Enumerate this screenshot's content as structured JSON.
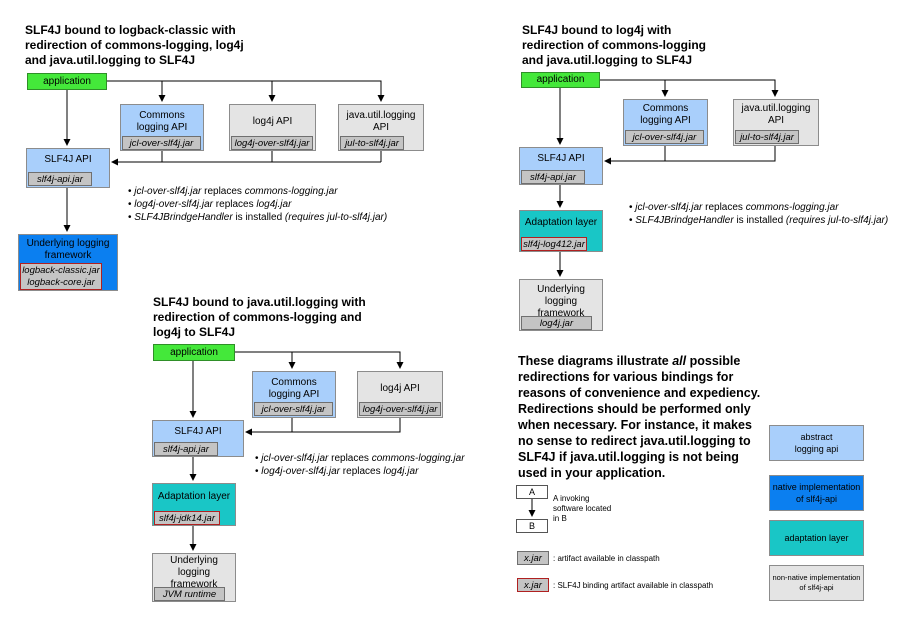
{
  "titles": {
    "logback": "SLF4J bound to logback-classic with\nredirection of commons-logging, log4j\nand java.util.logging to SLF4J",
    "log4j": "SLF4J bound to log4j with\nredirection of commons-logging\nand java.util.logging to SLF4J",
    "jul": "SLF4J bound to java.util.logging with\nredirection of commons-logging and\nlog4j to SLF4J"
  },
  "diagram1": {
    "application": "application",
    "commons_logging_api": "Commons\nlogging API",
    "commons_jar": "jcl-over-slf4j.jar",
    "log4j_api": "log4j API",
    "log4j_jar": "log4j-over-slf4j.jar",
    "jul_api": "java.util.logging\nAPI",
    "jul_jar": "jul-to-slf4j.jar",
    "slf4j_api": "SLF4J API",
    "slf4j_jar": "slf4j-api.jar",
    "framework": "Underlying logging\nframework",
    "framework_jar": "logback-classic.jar\nlogback-core.jar",
    "notes": [
      {
        "jar": "jcl-over-slf4j.jar",
        "text": " replaces ",
        "target": "commons-logging.jar"
      },
      {
        "jar": "log4j-over-slf4j.jar",
        "text": " replaces ",
        "target": "log4j.jar"
      },
      {
        "jar": "SLF4JBrindgeHandler",
        "text": " is installed ",
        "target": "(requires jul-to-slf4j.jar)"
      }
    ]
  },
  "diagram2": {
    "application": "application",
    "commons_logging_api": "Commons\nlogging API",
    "commons_jar": "jcl-over-slf4j.jar",
    "jul_api": "java.util.logging\nAPI",
    "jul_jar": "jul-to-slf4j.jar",
    "slf4j_api": "SLF4J API",
    "slf4j_jar": "slf4j-api.jar",
    "adaptation": "Adaptation layer",
    "adaptation_jar": "slf4j-log412.jar",
    "framework": "Underlying\nlogging\nframework",
    "framework_jar": "log4j.jar",
    "notes": [
      {
        "jar": "jcl-over-slf4j.jar",
        "text": " replaces ",
        "target": "commons-logging.jar"
      },
      {
        "jar": "SLF4JBrindgeHandler",
        "text": " is installed ",
        "target": "(requires jul-to-slf4j.jar)"
      }
    ]
  },
  "diagram3": {
    "application": "application",
    "commons_logging_api": "Commons\nlogging API",
    "commons_jar": "jcl-over-slf4j.jar",
    "log4j_api": "log4j API",
    "log4j_jar": "log4j-over-slf4j.jar",
    "slf4j_api": "SLF4J API",
    "slf4j_jar": "slf4j-api.jar",
    "adaptation": "Adaptation layer",
    "adaptation_jar": "slf4j-jdk14.jar",
    "framework": "Underlying\nlogging\nframework",
    "framework_jar": "JVM runtime",
    "notes": [
      {
        "jar": "jcl-over-slf4j.jar",
        "text": " replaces ",
        "target": "commons-logging.jar"
      },
      {
        "jar": "log4j-over-slf4j.jar",
        "text": " replaces ",
        "target": "log4j.jar"
      }
    ]
  },
  "explanation": {
    "before": "These diagrams illustrate ",
    "emphasis": "all",
    "after": " possible redirections for various bindings for reasons of convenience and expediency. Redirections should be performed only when necessary. For instance, it makes no sense to redirect java.util.logging to SLF4J if java.util.logging is not being used in your application."
  },
  "legend": {
    "a_label": "A",
    "b_label": "B",
    "invoking_text": "A invoking\nsoftware located\nin B",
    "jar_label": "x.jar",
    "jar_text": ": artifact available in classpath",
    "binding_jar_label": "x.jar",
    "binding_text": ": SLF4J binding artifact available in classpath",
    "abstract": "abstract\nlogging api",
    "native": "native implementation\nof slf4j-api",
    "adaptation": "adaptation layer",
    "non_native": "non-native implementation\nof slf4j-api"
  },
  "colors": {
    "application": "#44e83a",
    "abstract_api": "#a9cffb",
    "native_impl": "#0b7ff0",
    "adaptation": "#19c6c6",
    "non_native": "#e4e4e4",
    "binding_border": "#b02020"
  }
}
